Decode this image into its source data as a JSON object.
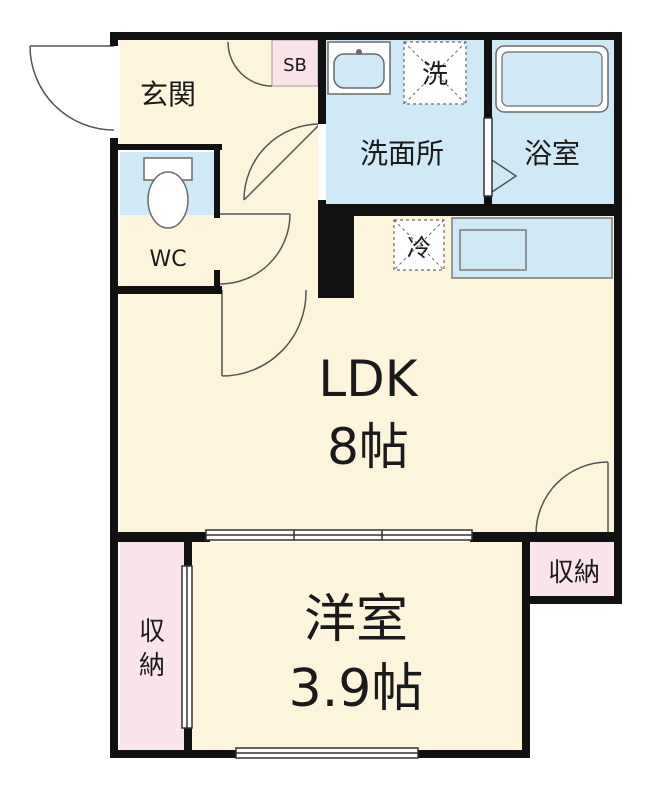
{
  "floorplan": {
    "colors": {
      "wall": "#111111",
      "wood_floor": "#fdf4dc",
      "wet_area": "#cfeaf6",
      "storage": "#fbe3ea",
      "outline": "#6a6a6a",
      "door_line": "#555555"
    },
    "rooms": {
      "genkan": {
        "label": "玄関"
      },
      "sb": {
        "label": "SB"
      },
      "senmen": {
        "label": "洗面所"
      },
      "washer": {
        "label": "洗"
      },
      "bath": {
        "label": "浴室"
      },
      "wc": {
        "label": "WC"
      },
      "fridge": {
        "label": "冷"
      },
      "ldk": {
        "label": "LDK",
        "size": "8帖"
      },
      "closet_right": {
        "label": "収納"
      },
      "western": {
        "label": "洋室",
        "size": "3.9帖"
      },
      "closet_left": {
        "label_top": "収",
        "label_bottom": "納"
      }
    }
  }
}
